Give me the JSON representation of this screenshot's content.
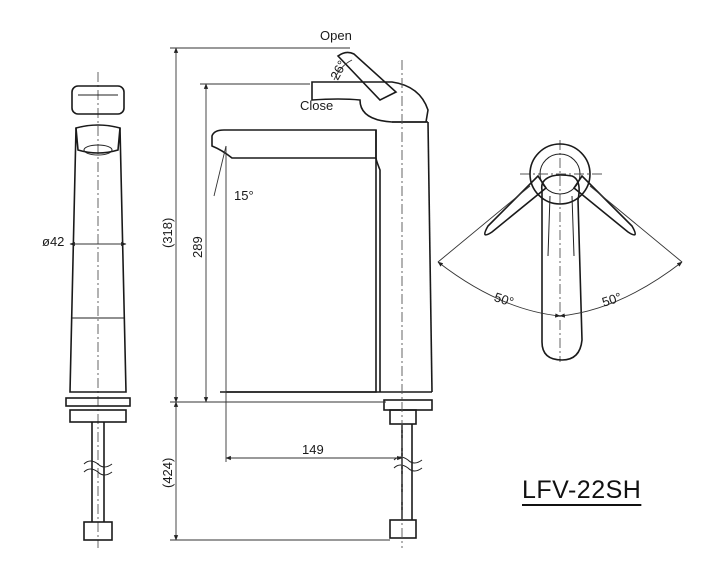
{
  "labels": {
    "open": "Open",
    "close": "Close",
    "lever_angle": "26°",
    "spout_angle": "15°",
    "diameter": "ø42",
    "total_height": "(318)",
    "spout_height": "289",
    "spout_reach": "149",
    "hose_length": "(424)",
    "swing_left": "50°",
    "swing_right": "50°"
  },
  "model": "LFV-22SH"
}
